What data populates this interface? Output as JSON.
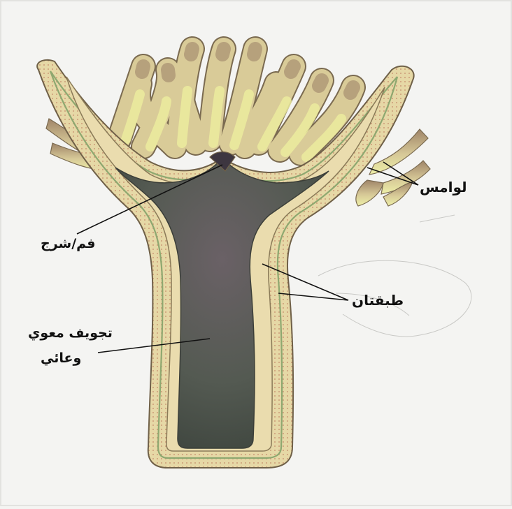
{
  "labels": {
    "tentacles": "لوامس",
    "mouth": "فم/شرج",
    "layers": "طبقتان",
    "cavity_line1": "تجويف معوي",
    "cavity_line2": "وعائي"
  },
  "colors": {
    "background": "#f4f4f2",
    "body_wall": "#e6d8a6",
    "cavity": "#5b5f59",
    "tentacle": "#d8cc9a",
    "tentacle_shade": "#a8906f",
    "outline": "#6f6048",
    "cell_dots": "#c48a6a",
    "leader_line": "#111111"
  }
}
